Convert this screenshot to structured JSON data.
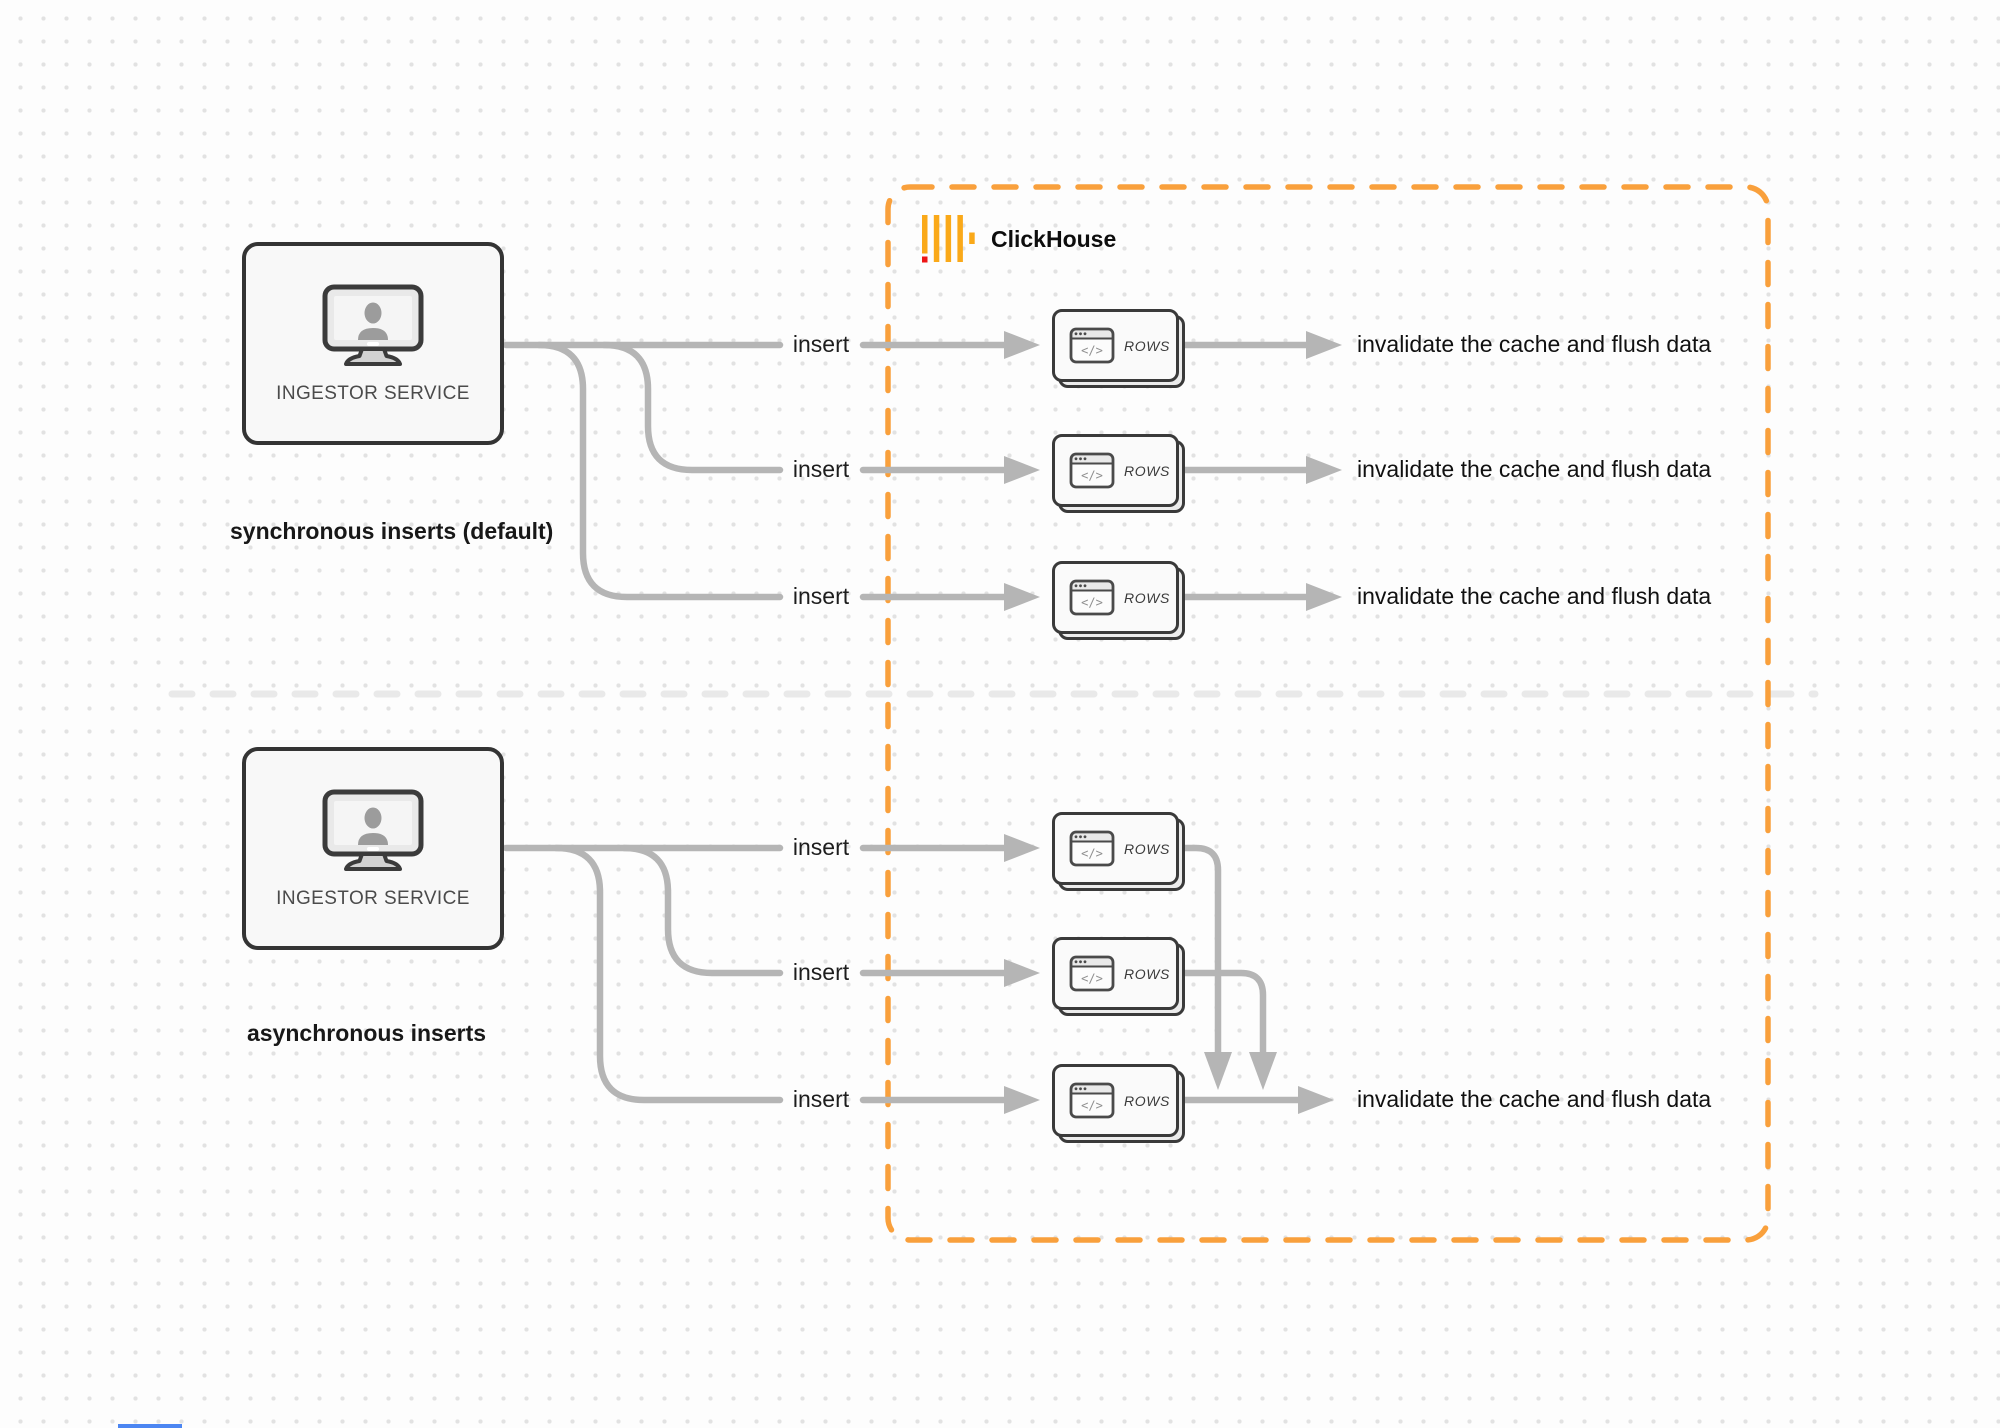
{
  "colors": {
    "clickhouse_orange": "#F9A03C",
    "logo_yellow": "#FAA919",
    "logo_red": "#ED1515",
    "connector_gray": "#b5b5b5",
    "divider_gray": "#e9e9e9"
  },
  "clickhouse_box": {
    "brand": "ClickHouse"
  },
  "rows_card": {
    "label": "ROWS",
    "code_glyph": "</>"
  },
  "sync_section": {
    "caption": "synchronous inserts (default)",
    "service_label": "INGESTOR SERVICE",
    "inserts": [
      "insert",
      "insert",
      "insert"
    ],
    "results": [
      "invalidate the cache and flush data",
      "invalidate the cache and flush data",
      "invalidate the cache and flush data"
    ]
  },
  "async_section": {
    "caption": "asynchronous inserts",
    "service_label": "INGESTOR SERVICE",
    "inserts": [
      "insert",
      "insert",
      "insert"
    ],
    "result": "invalidate the cache and flush data"
  }
}
